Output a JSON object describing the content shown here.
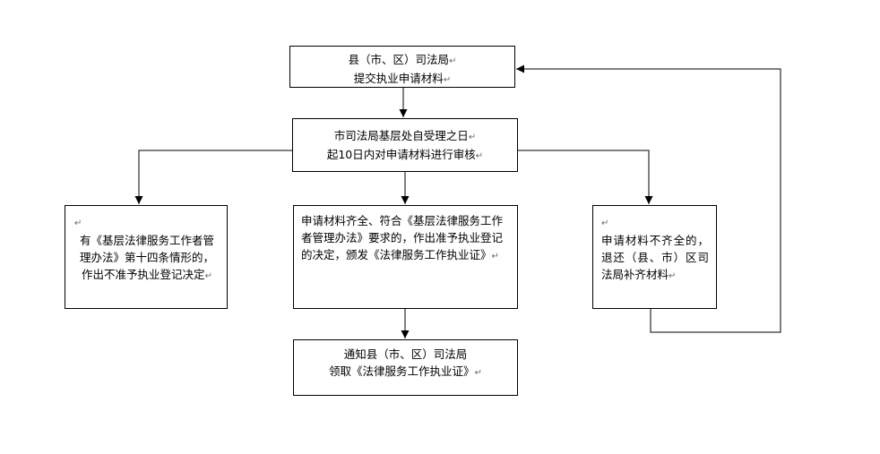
{
  "nodes": {
    "submit": {
      "lines": [
        "县（市、区）司法局",
        "提交执业申请材料"
      ]
    },
    "review": {
      "lines": [
        "市司法局基层处自受理之日",
        "起10日内对申请材料进行审核"
      ]
    },
    "reject": {
      "lines": [
        "有《基层法律服务工作者管理办法》第十四条情形的，",
        "作出不准予执业登记决定"
      ]
    },
    "approve": {
      "lines": [
        "申请材料齐全、符合《基层法律服务工作者管理办法》要求的，作出准予执业登记的决定，颁发《法律服务工作执业证》"
      ]
    },
    "incomplete": {
      "lines": [
        "申请材料不齐全的，退还（县、市）区司法局补齐材料"
      ]
    },
    "notify": {
      "lines": [
        "通知县（市、区）司法局",
        "领取《法律服务工作执业证》"
      ]
    }
  },
  "paragraph_mark": "↵"
}
